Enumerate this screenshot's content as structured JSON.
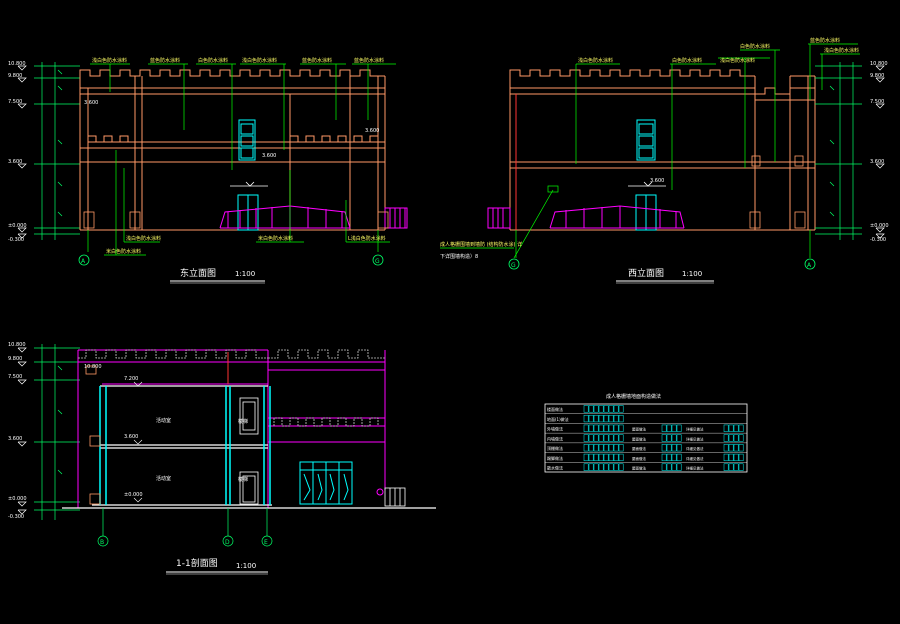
{
  "drawing": {
    "east_elevation": {
      "title": "东立面图",
      "scale": "1:100",
      "axis_left": "A",
      "axis_right": "G",
      "notes": [
        "浅白色防水涂料",
        "蓝色防水涂料",
        "白色防水涂料",
        "浅白色防水涂料",
        "蓝色防水涂料",
        "蓝色防水涂料",
        "浅白色防水涂料",
        "米白色防水涂料",
        "L浅白色防水涂料"
      ],
      "levels": [
        "10.800",
        "9.800",
        "7.500",
        "3.600",
        "±0.000",
        "-0.300"
      ],
      "marks": [
        "3.600",
        "3.600",
        "3.600"
      ]
    },
    "west_elevation": {
      "title": "西立面图",
      "scale": "1:100",
      "axis_left": "G",
      "axis_right": "A",
      "notes": [
        "浅白色防水涂料",
        "白色防水涂料",
        "浅白色防水涂料",
        "白色防水涂料",
        "蓝色防水涂料",
        "浅白色防水涂料"
      ],
      "note_bottom": "成人格栅围墙到墙防 (结构防水涂) 详",
      "note_bottom2": "下详围墙构造）8",
      "levels": [
        "10.800",
        "9.800",
        "7.500",
        "3.600",
        "±0.000",
        "-0.300"
      ],
      "marks": [
        "3.600"
      ]
    },
    "section": {
      "title": "1-1剖面图",
      "scale": "1:100",
      "axes": [
        "B",
        "D",
        "E"
      ],
      "rooms": [
        "活动室",
        "活动室",
        "楼梯",
        "楼梯"
      ],
      "levels": [
        "10.800",
        "9.800",
        "7.500",
        "3.600",
        "±0.000",
        "-0.300"
      ],
      "marks": [
        "7.200",
        "3.600",
        "±0.000",
        "10.800"
      ]
    },
    "table": {
      "title": "成人格栅墙地面构造做法",
      "row_labels": [
        "楼面做法",
        "地面(1)做法",
        "外墙做法",
        "内墙做法",
        "顶棚做法",
        "踢脚做法",
        "散水做法"
      ],
      "col_labels": [
        "屋面做法",
        "屋面做法",
        "屋面做法",
        "屋面做法"
      ],
      "col2_labels": [
        "详细见做法",
        "详细见做法",
        "详细见做法",
        "详细见做法",
        "详细见做法"
      ]
    },
    "colors": {
      "structure": "#ff9966",
      "magenta": "#ff00ff",
      "green": "#00ff00",
      "cyan": "#00ffff",
      "yellow": "#ffff00",
      "white": "#ffffff",
      "red": "#ff3333"
    }
  }
}
